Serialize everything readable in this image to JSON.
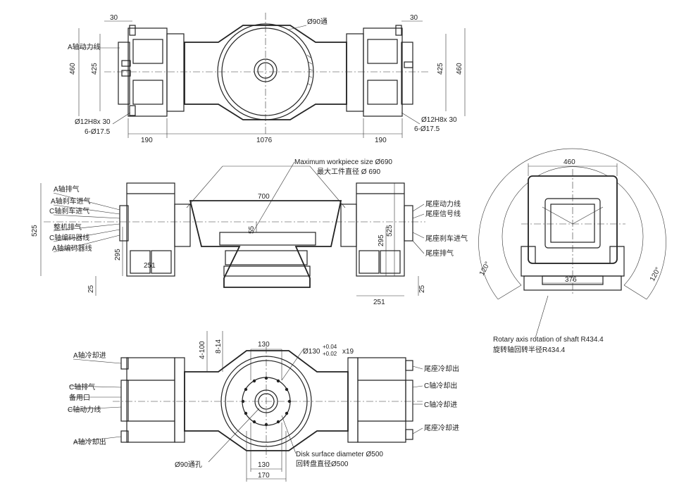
{
  "top_view": {
    "dim_30_left": "30",
    "dim_30_right": "30",
    "dim_90_through": "Ø90通",
    "label_a_power": "A轴动力线",
    "dim_460_left": "460",
    "dim_425_left": "425",
    "dim_425_right": "425",
    "dim_460_right": "460",
    "pin_left": "Ø12H8x 30",
    "holes_left": "6-Ø17.5",
    "pin_right": "Ø12H8x 30",
    "holes_right": "6-Ø17.5",
    "dim_190_left": "190",
    "dim_1076": "1076",
    "dim_190_right": "190"
  },
  "front_view": {
    "max_workpiece_en": "Maximum workpiece size Ø690",
    "max_workpiece_cn": "最大工件直径 Ø 690",
    "dim_700": "700",
    "dim_525_left": "525",
    "dim_55": "55",
    "dim_525_right": "525",
    "dim_295_left": "295",
    "dim_251_inner": "251",
    "dim_295_right": "295",
    "dim_25_left": "25",
    "dim_25_right": "25",
    "dim_251_bottom": "251",
    "left_labels": [
      "A轴排气",
      "A轴刹车进气",
      "C轴刹车进气",
      "整机排气",
      "C轴编码器线",
      "A轴编码器线"
    ],
    "right_labels": [
      "尾座动力线",
      "尾座信号线",
      "尾座刹车进气",
      "尾座排气"
    ]
  },
  "side_view": {
    "dim_460": "460",
    "dim_376": "376",
    "angle_left": "120°",
    "angle_right": "120°",
    "rotary_en": "Rotary axis rotation of shaft R434.4",
    "rotary_cn": "旋转轴回转半径R434.4"
  },
  "bottom_view": {
    "dim_4_100": "4-100",
    "dim_8_14": "8-14",
    "dim_130_top": "130",
    "dim_hole_130": "Ø130",
    "tol_plus": "+0.04",
    "tol_minus": "+0.02",
    "times_19": "x19",
    "label_a_cool_in": "A轴冷却进",
    "label_c_exhaust": "C轴排气",
    "label_spare": "备用口",
    "label_c_power": "C轴动力线",
    "label_a_cool_out": "A轴冷却出",
    "label_tail_cool_out": "尾座冷却出",
    "label_c_cool_out": "C轴冷却出",
    "label_c_cool_in": "C轴冷却进",
    "label_tail_cool_in": "尾座冷却进",
    "dim_90_hole": "Ø90通孔",
    "dim_130_bottom": "130",
    "dim_170": "170",
    "disk_en": "Disk surface diameter Ø500",
    "disk_cn": "回转盘直径Ø500"
  }
}
